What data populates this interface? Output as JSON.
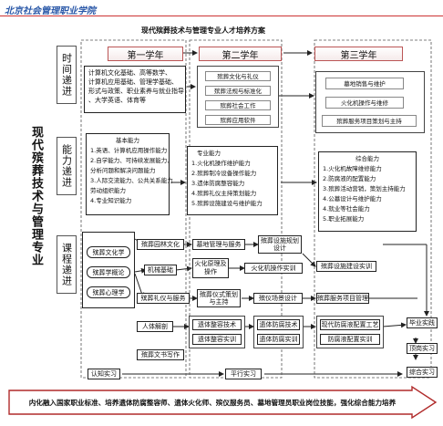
{
  "header": {
    "institution": "北京社会管理职业学院",
    "title": "现代殡葬技术与管理专业人才培养方案"
  },
  "major_title": "现代殡葬技术与管理专业",
  "row_labels": {
    "time": "时间递进",
    "ability": "能力递进",
    "course": "课程递进"
  },
  "years": [
    "第一学年",
    "第二学年",
    "第三学年"
  ],
  "time_boxes": {
    "year1": [
      "计算机文化基础、高等数学、",
      "计算机应用基础、管理学基础、",
      "形式与政策、职业素养与就业指导",
      "、大学英语、体育等"
    ],
    "year2": [
      "殡葬文化与礼仪",
      "殡葬法规与标准化",
      "殡葬社会工作",
      "殡葬应用软件"
    ],
    "year3": [
      "墓地销售与维护",
      "火化机操作与维修",
      "殡葬服务项目策划与主持"
    ]
  },
  "ability_boxes": {
    "basic": [
      "基本能力",
      "1.英语、计算机应用操作能力",
      "2.自学能力、可持续发展能力、",
      "  分析问题和解决问题能力",
      "3.人际交流能力、公共关系能力",
      "  劳动组织能力",
      "4.专业知识能力"
    ],
    "professional": [
      "专业能力",
      "1.火化机操作维护能力",
      "2.殡葬制冷设备操作能力",
      "3.遗体防腐整容能力",
      "4.殡葬礼仪主持策划能力",
      "5.殡葬设施建设与维护能力"
    ],
    "comprehensive": [
      "综合能力",
      "1.火化机故障维修能力",
      "2.防腐液的配置能力",
      "3.殡葬活动营销，策划主持能力",
      "4.公墓设计与维护能力",
      "4.就业等社会能力",
      "5.职业拓展能力"
    ]
  },
  "courses": {
    "left": [
      "殡葬文化学",
      "殡葬学概论",
      "殡葬心理学"
    ],
    "r1": [
      "殡葬园林文化",
      "墓地管理与服务",
      "殡葬设施规划设计",
      "殡葬设施建设实训"
    ],
    "r2": [
      "机械基础",
      "火化原理及操作",
      "火化机操作实训"
    ],
    "r3": [
      "殡葬礼仪与服务",
      "殡葬仪式策划与主持",
      "殡仪场景设计",
      "殡葬服务项目管理"
    ],
    "r4": [
      "人体解剖",
      "遗体整容技术",
      "遗体整容实训",
      "遗体防腐技术",
      "遗体防腐实训",
      "现代防腐液配置工艺",
      "防腐液配置实训"
    ],
    "r5": [
      "殡葬文书写作"
    ],
    "final": [
      "毕业实践",
      "顶岗实习",
      "综合实习"
    ],
    "bottom": [
      "认知实习",
      "平行实习"
    ]
  },
  "banner": "内化融入国家职业标准、培养遗体防腐整容师、遗体火化师、殡仪服务员、墓地管理员职业岗位技能，强化综合能力培养"
}
